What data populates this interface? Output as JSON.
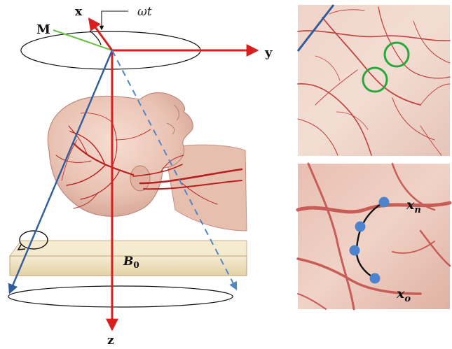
{
  "labels": {
    "x_axis": "x",
    "y_axis": "y",
    "z_axis": "z",
    "magnetization": "M",
    "precession_angle": "ωt",
    "static_field": "B",
    "static_field_sub": "0",
    "start_point": "x",
    "start_point_sub": "o",
    "end_point": "x",
    "end_point_sub": "n"
  },
  "colors": {
    "axis_red": "#d81e1e",
    "vector_blue": "#2f5c9c",
    "vector_dashed_blue": "#4f86c6",
    "magnetization_green": "#6cc04a",
    "marker_circle_green": "#27a83a",
    "sample_point_blue": "#4b83cc",
    "vessel_red": "#b81f1f",
    "tissue_pink": "#eecdc2",
    "table_beige": "#efe3c4"
  },
  "insets": {
    "top": {
      "marked_circles": 2
    },
    "bottom": {
      "sample_points": 4
    }
  }
}
